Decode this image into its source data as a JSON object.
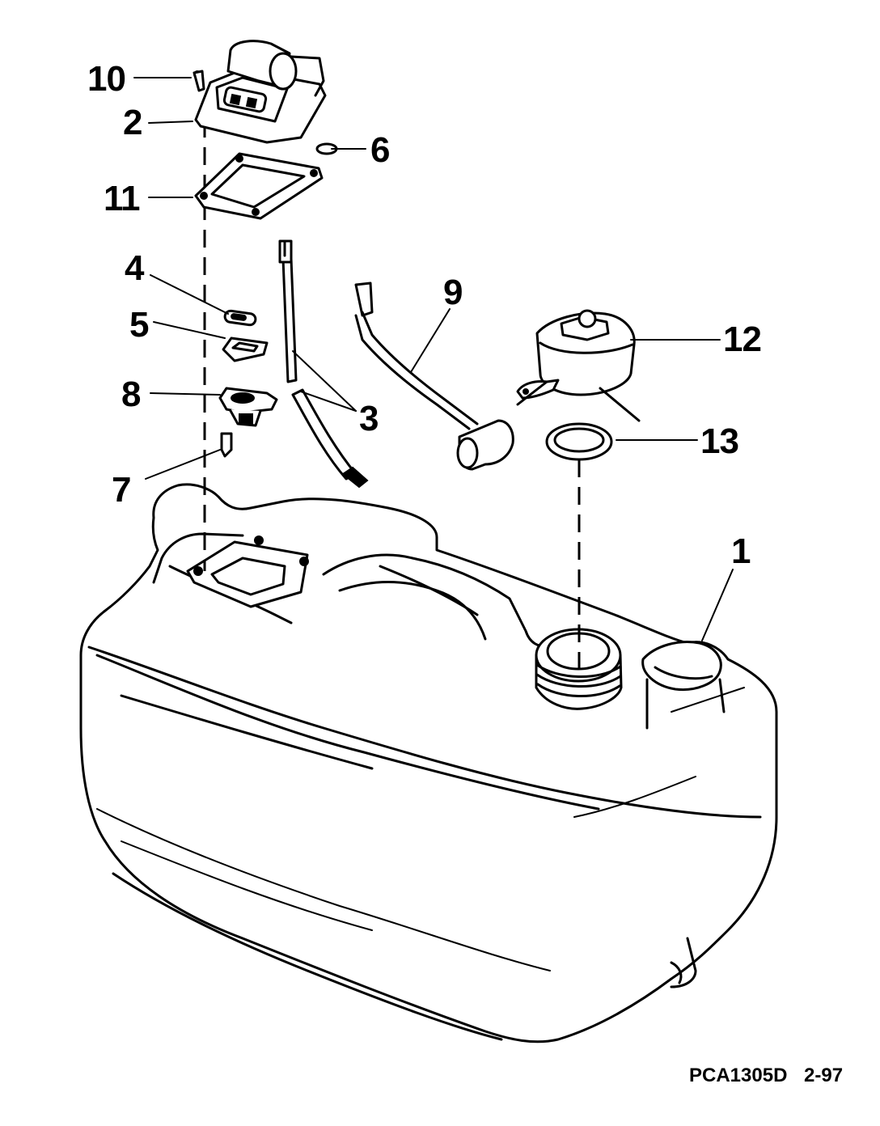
{
  "callouts": {
    "c1": "1",
    "c2": "2",
    "c3": "3",
    "c4": "4",
    "c5": "5",
    "c6": "6",
    "c7": "7",
    "c8": "8",
    "c9": "9",
    "c10": "10",
    "c11": "11",
    "c12": "12",
    "c13": "13"
  },
  "footer": {
    "drawing_code": "PCA1305D",
    "date": "2-97"
  }
}
